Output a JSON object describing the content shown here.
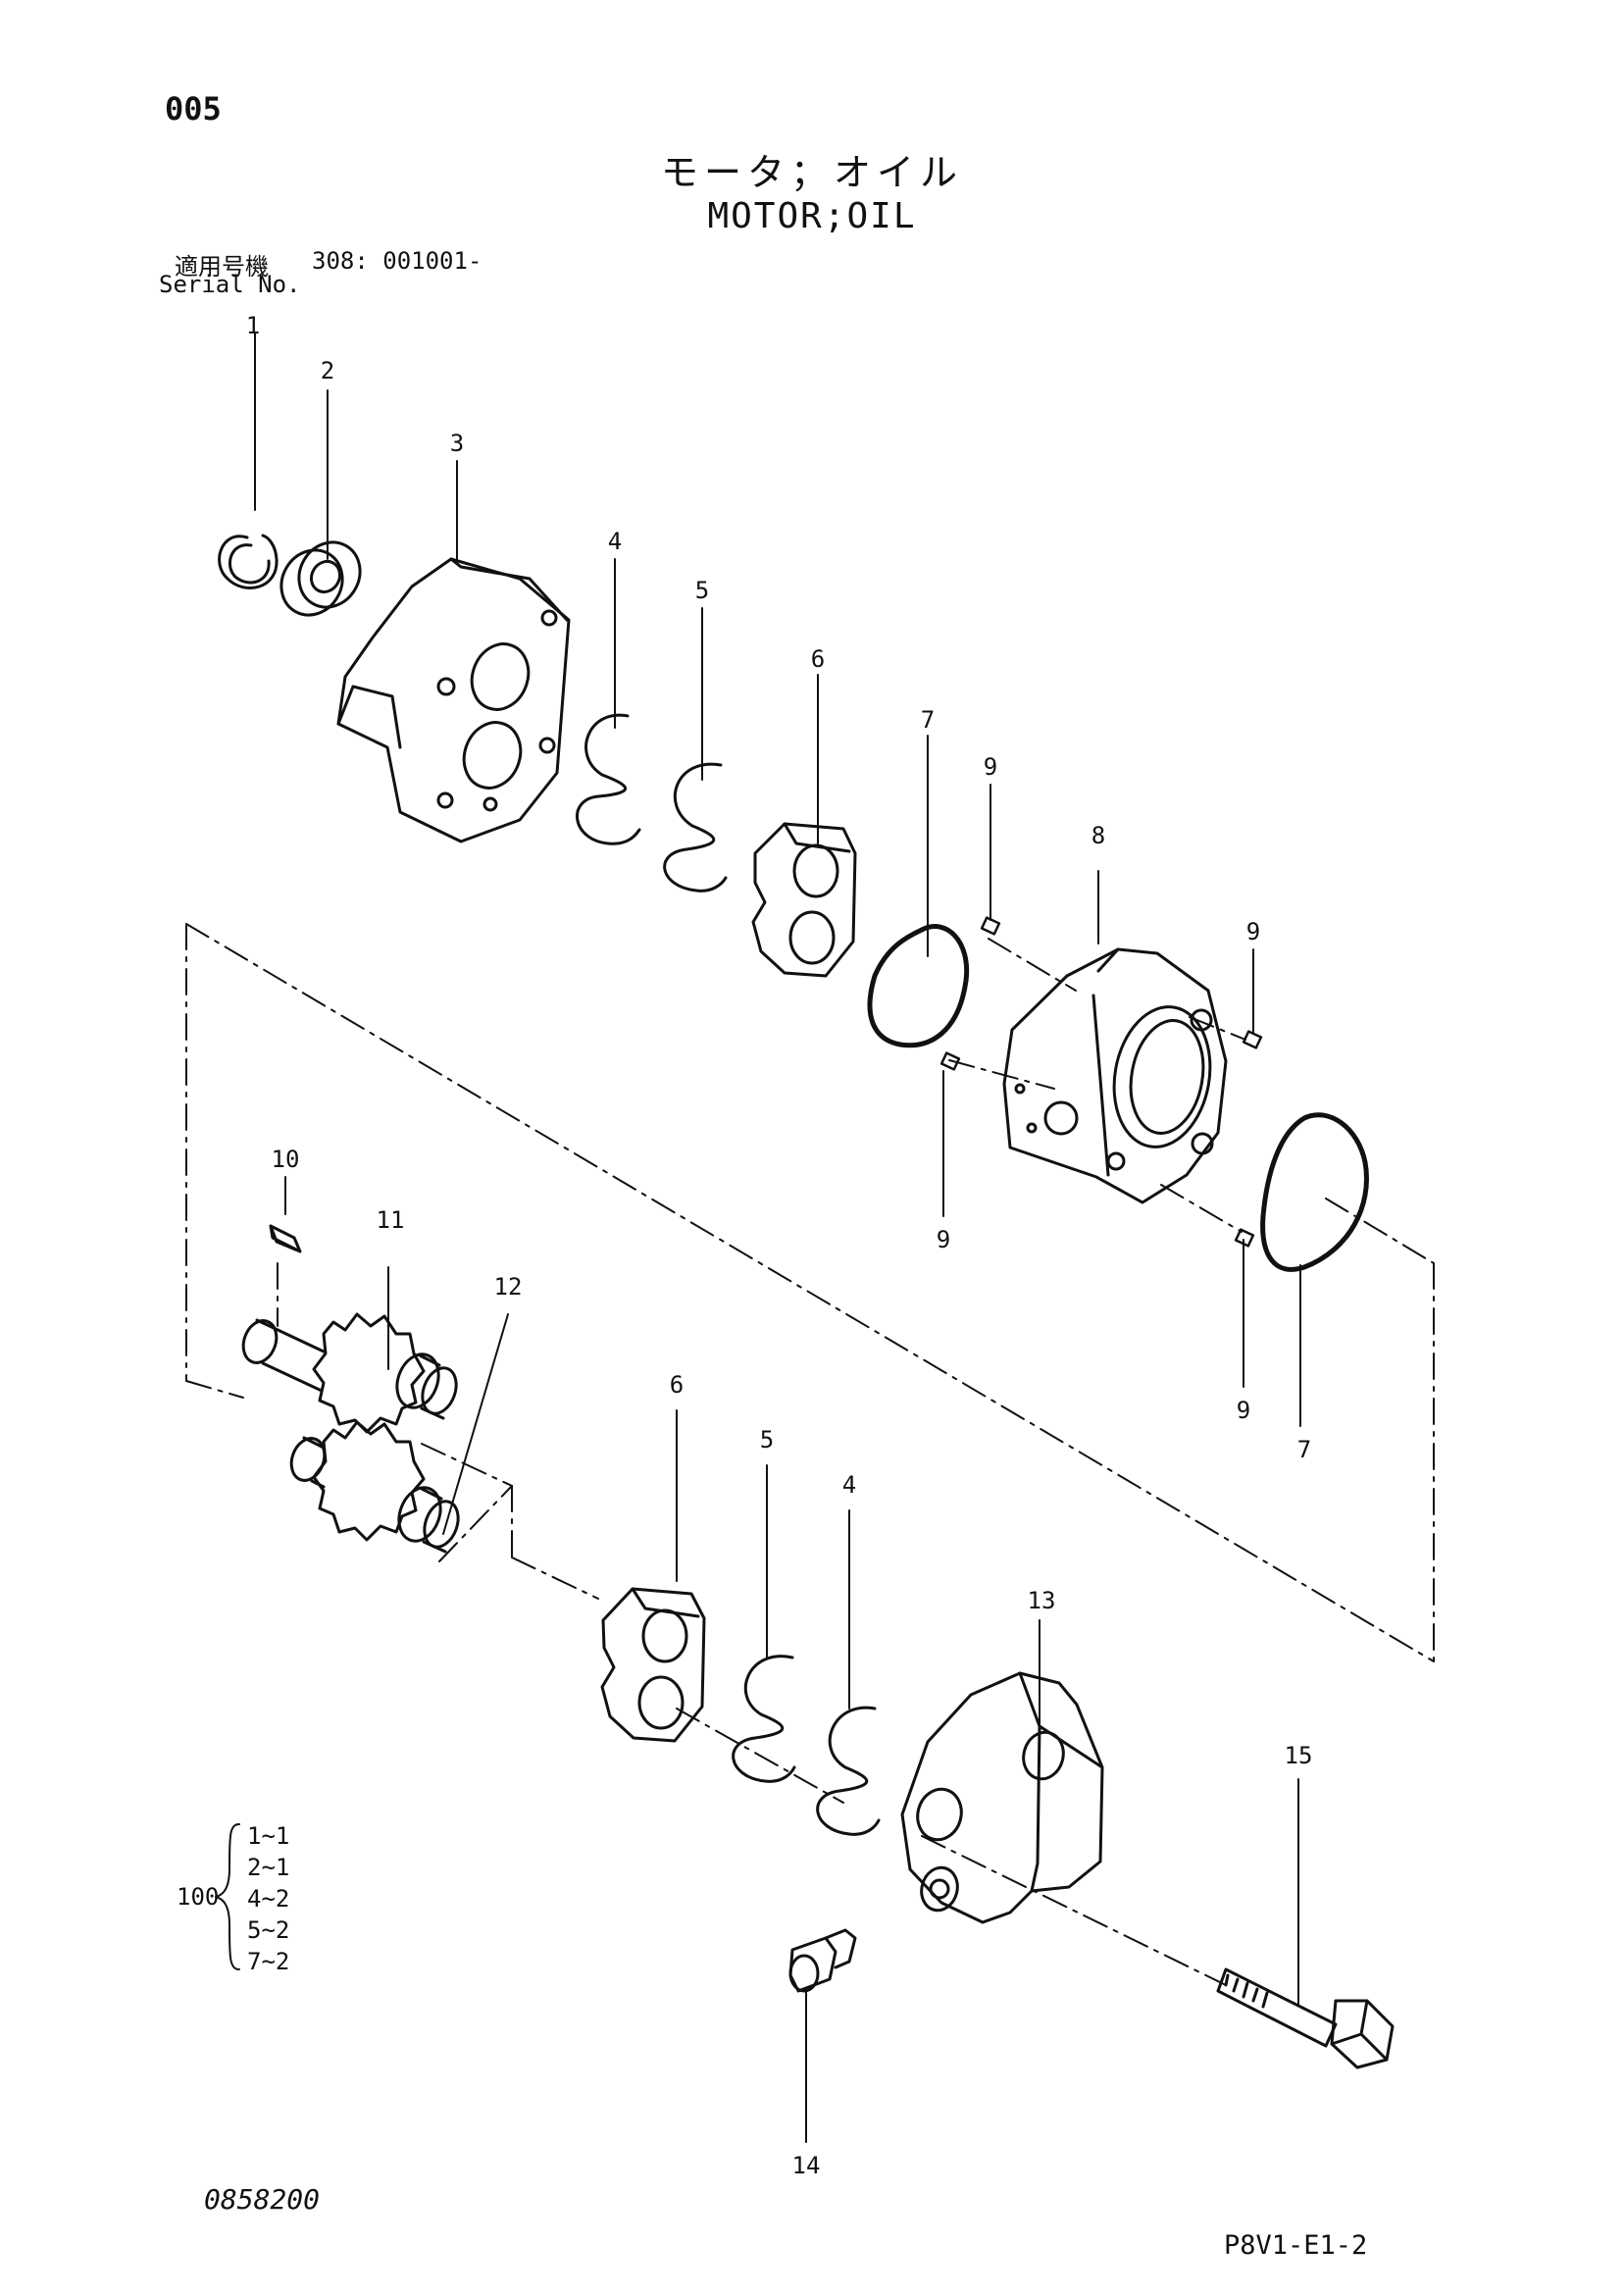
{
  "header": {
    "page_code": "005",
    "title_jp": "モータ；オイル",
    "title_en": "MOTOR;OIL",
    "serial_label_jp": "適用号機",
    "serial_value": "308: 001001-",
    "serial_label_en": "Serial No."
  },
  "callouts": [
    {
      "id": "c1",
      "label": "1"
    },
    {
      "id": "c2",
      "label": "2"
    },
    {
      "id": "c3",
      "label": "3"
    },
    {
      "id": "c4a",
      "label": "4"
    },
    {
      "id": "c5a",
      "label": "5"
    },
    {
      "id": "c6a",
      "label": "6"
    },
    {
      "id": "c7a",
      "label": "7"
    },
    {
      "id": "c9a",
      "label": "9"
    },
    {
      "id": "c8",
      "label": "8"
    },
    {
      "id": "c9b",
      "label": "9"
    },
    {
      "id": "c9c",
      "label": "9"
    },
    {
      "id": "c9d",
      "label": "9"
    },
    {
      "id": "c7b",
      "label": "7"
    },
    {
      "id": "c10",
      "label": "10"
    },
    {
      "id": "c11",
      "label": "11"
    },
    {
      "id": "c12",
      "label": "12"
    },
    {
      "id": "c6b",
      "label": "6"
    },
    {
      "id": "c5b",
      "label": "5"
    },
    {
      "id": "c4b",
      "label": "4"
    },
    {
      "id": "c13",
      "label": "13"
    },
    {
      "id": "c15",
      "label": "15"
    },
    {
      "id": "c14",
      "label": "14"
    }
  ],
  "kit": {
    "number": "100",
    "items": [
      "1~1",
      "2~1",
      "4~2",
      "5~2",
      "7~2"
    ]
  },
  "footer": {
    "drawing_no": "0858200",
    "sheet_ref": "P8V1-E1-2"
  }
}
